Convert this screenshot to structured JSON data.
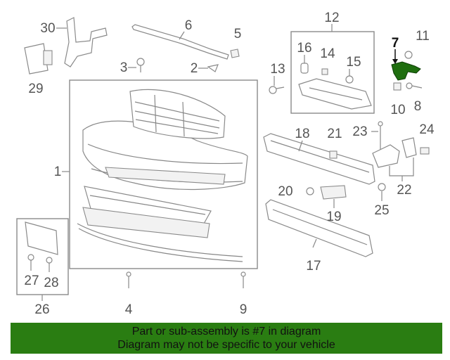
{
  "callouts": {
    "c1": "1",
    "c2": "2",
    "c3": "3",
    "c4": "4",
    "c5": "5",
    "c6": "6",
    "c7": "7",
    "c8": "8",
    "c9": "9",
    "c10": "10",
    "c11": "11",
    "c12": "12",
    "c13": "13",
    "c14": "14",
    "c15": "15",
    "c16": "16",
    "c17": "17",
    "c18": "18",
    "c19": "19",
    "c20": "20",
    "c21": "21",
    "c22": "22",
    "c23": "23",
    "c24": "24",
    "c25": "25",
    "c26": "26",
    "c27": "27",
    "c28": "28",
    "c29": "29",
    "c30": "30"
  },
  "highlight_part": "7",
  "colors": {
    "highlight_part": "#1f6e0f",
    "banner_bg": "#2a7d12",
    "line": "#888888"
  },
  "banner": {
    "line1": "Part or sub-assembly is #7 in diagram",
    "line2": "Diagram may not be specific to your vehicle"
  }
}
